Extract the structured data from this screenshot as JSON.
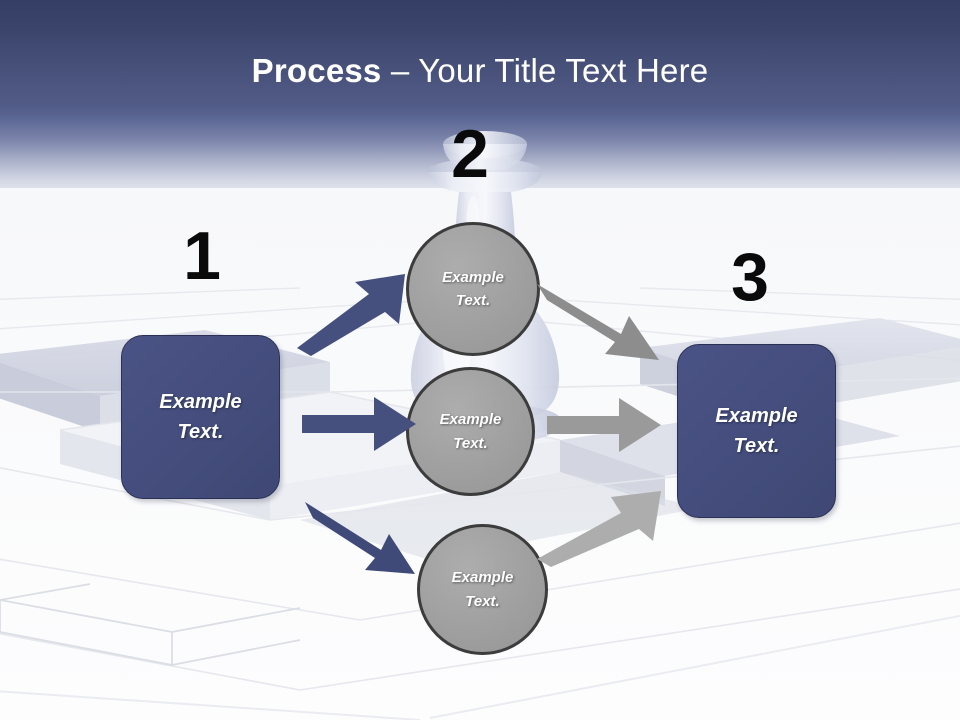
{
  "slide": {
    "title_bold": "Process",
    "title_separator": " – ",
    "title_regular": "Your Title Text Here",
    "background_description": "3D perspective chessboard with translucent chess piece",
    "colors": {
      "header_top": "#353F66",
      "header_bottom": "#5A6694",
      "box_blue": "#454E7E",
      "box_border": "#2B3154",
      "circle_gray": "#A2A2A2",
      "circle_border": "#3C3C3C",
      "arrow_blue": "#45507F",
      "arrow_gray": "#9A9A9A",
      "number_black": "#0A0A0A",
      "floor_white": "#F9FAFB"
    }
  },
  "steps": [
    {
      "number": "1",
      "label_line1": "Example",
      "label_line2": "Text."
    },
    {
      "number": "2",
      "label_line1": "Example",
      "label_line2": "Text."
    },
    {
      "number": "3",
      "label_line1": "Example",
      "label_line2": "Text."
    }
  ],
  "stage_left": {
    "number": "1",
    "box": {
      "line1": "Example",
      "line2": "Text."
    }
  },
  "stage_middle": {
    "number": "2",
    "circles": [
      {
        "line1": "Example",
        "line2": "Text."
      },
      {
        "line1": "Example",
        "line2": "Text."
      },
      {
        "line1": "Example",
        "line2": "Text."
      }
    ]
  },
  "stage_right": {
    "number": "3",
    "box": {
      "line1": "Example",
      "line2": "Text."
    }
  },
  "arrows": [
    {
      "name": "blue-arrow-up-right",
      "color": "#45507F",
      "direction": "up-right"
    },
    {
      "name": "blue-arrow-right",
      "color": "#45507F",
      "direction": "right"
    },
    {
      "name": "blue-arrow-down-right",
      "color": "#45507F",
      "direction": "down-right"
    },
    {
      "name": "gray-arrow-down-right",
      "color": "#8D8D8D",
      "direction": "down-right"
    },
    {
      "name": "gray-arrow-right",
      "color": "#9A9A9A",
      "direction": "right"
    },
    {
      "name": "gray-arrow-up-right",
      "color": "#AAAAAA",
      "direction": "up-right"
    }
  ]
}
